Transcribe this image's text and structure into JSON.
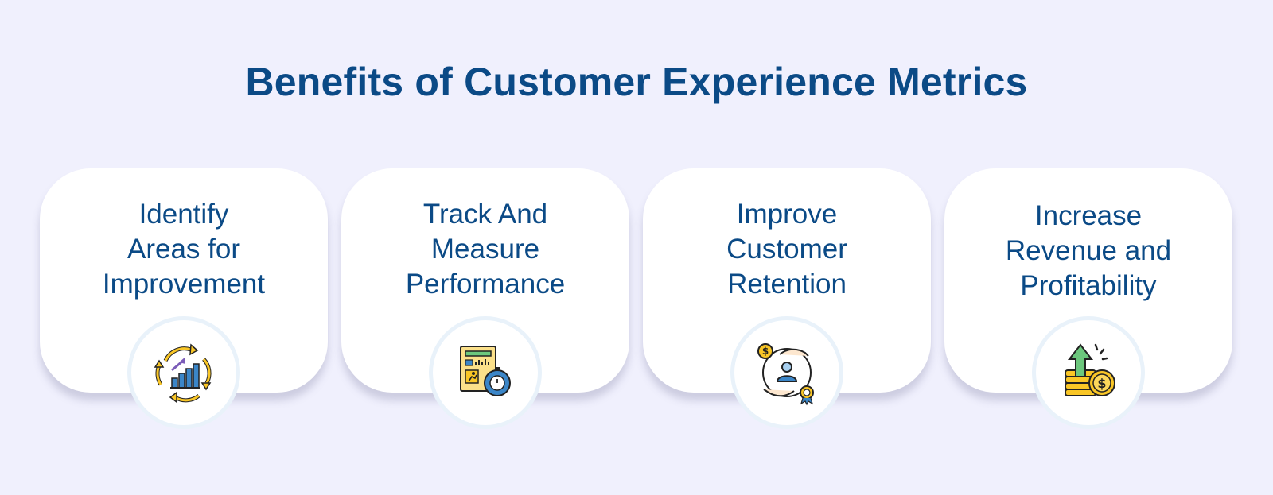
{
  "title": "Benefits of Customer Experience Metrics",
  "cards": [
    {
      "line1": "Identify",
      "line2": "Areas for",
      "line3": "Improvement",
      "icon": "improvement-chart-icon"
    },
    {
      "line1": "Track And",
      "line2": "Measure",
      "line3": "Performance",
      "icon": "performance-report-icon"
    },
    {
      "line1": "Improve",
      "line2": "Customer",
      "line3": "Retention",
      "icon": "customer-retention-icon"
    },
    {
      "line1": "Increase",
      "line2": "Revenue and",
      "line3": "Profitability",
      "icon": "revenue-growth-icon"
    }
  ],
  "colors": {
    "background": "#f0f0fd",
    "title": "#0b4a86",
    "card": "#ffffff",
    "icon_yellow": "#f9c626",
    "icon_blue": "#3b86c8",
    "icon_green": "#6cc77d"
  }
}
